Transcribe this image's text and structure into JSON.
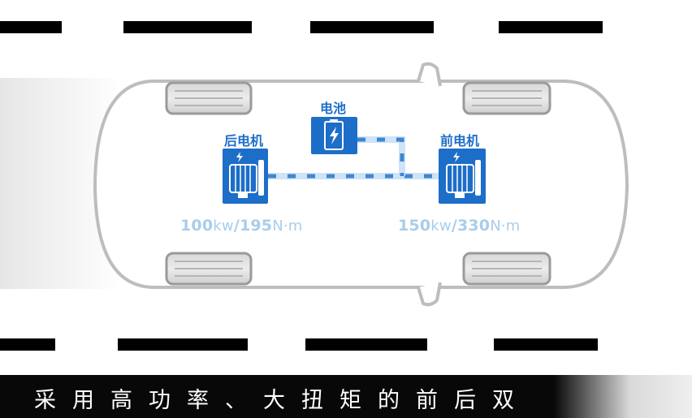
{
  "components": {
    "battery": {
      "label": "电池"
    },
    "rear_motor": {
      "label": "后电机",
      "power": "100",
      "power_unit": "kw",
      "sep": "/",
      "torque": "195",
      "torque_unit": "N·m"
    },
    "front_motor": {
      "label": "前电机",
      "power": "150",
      "power_unit": "kw",
      "sep": "/",
      "torque": "330",
      "torque_unit": "N·m"
    }
  },
  "subtitle": {
    "text": "采用高功率、大扭矩的前后双"
  },
  "colors": {
    "accent": "#1d6ec8",
    "spec_text": "#a9cdea",
    "car_outline": "#bdbdbd",
    "link": "#3f86d3"
  }
}
